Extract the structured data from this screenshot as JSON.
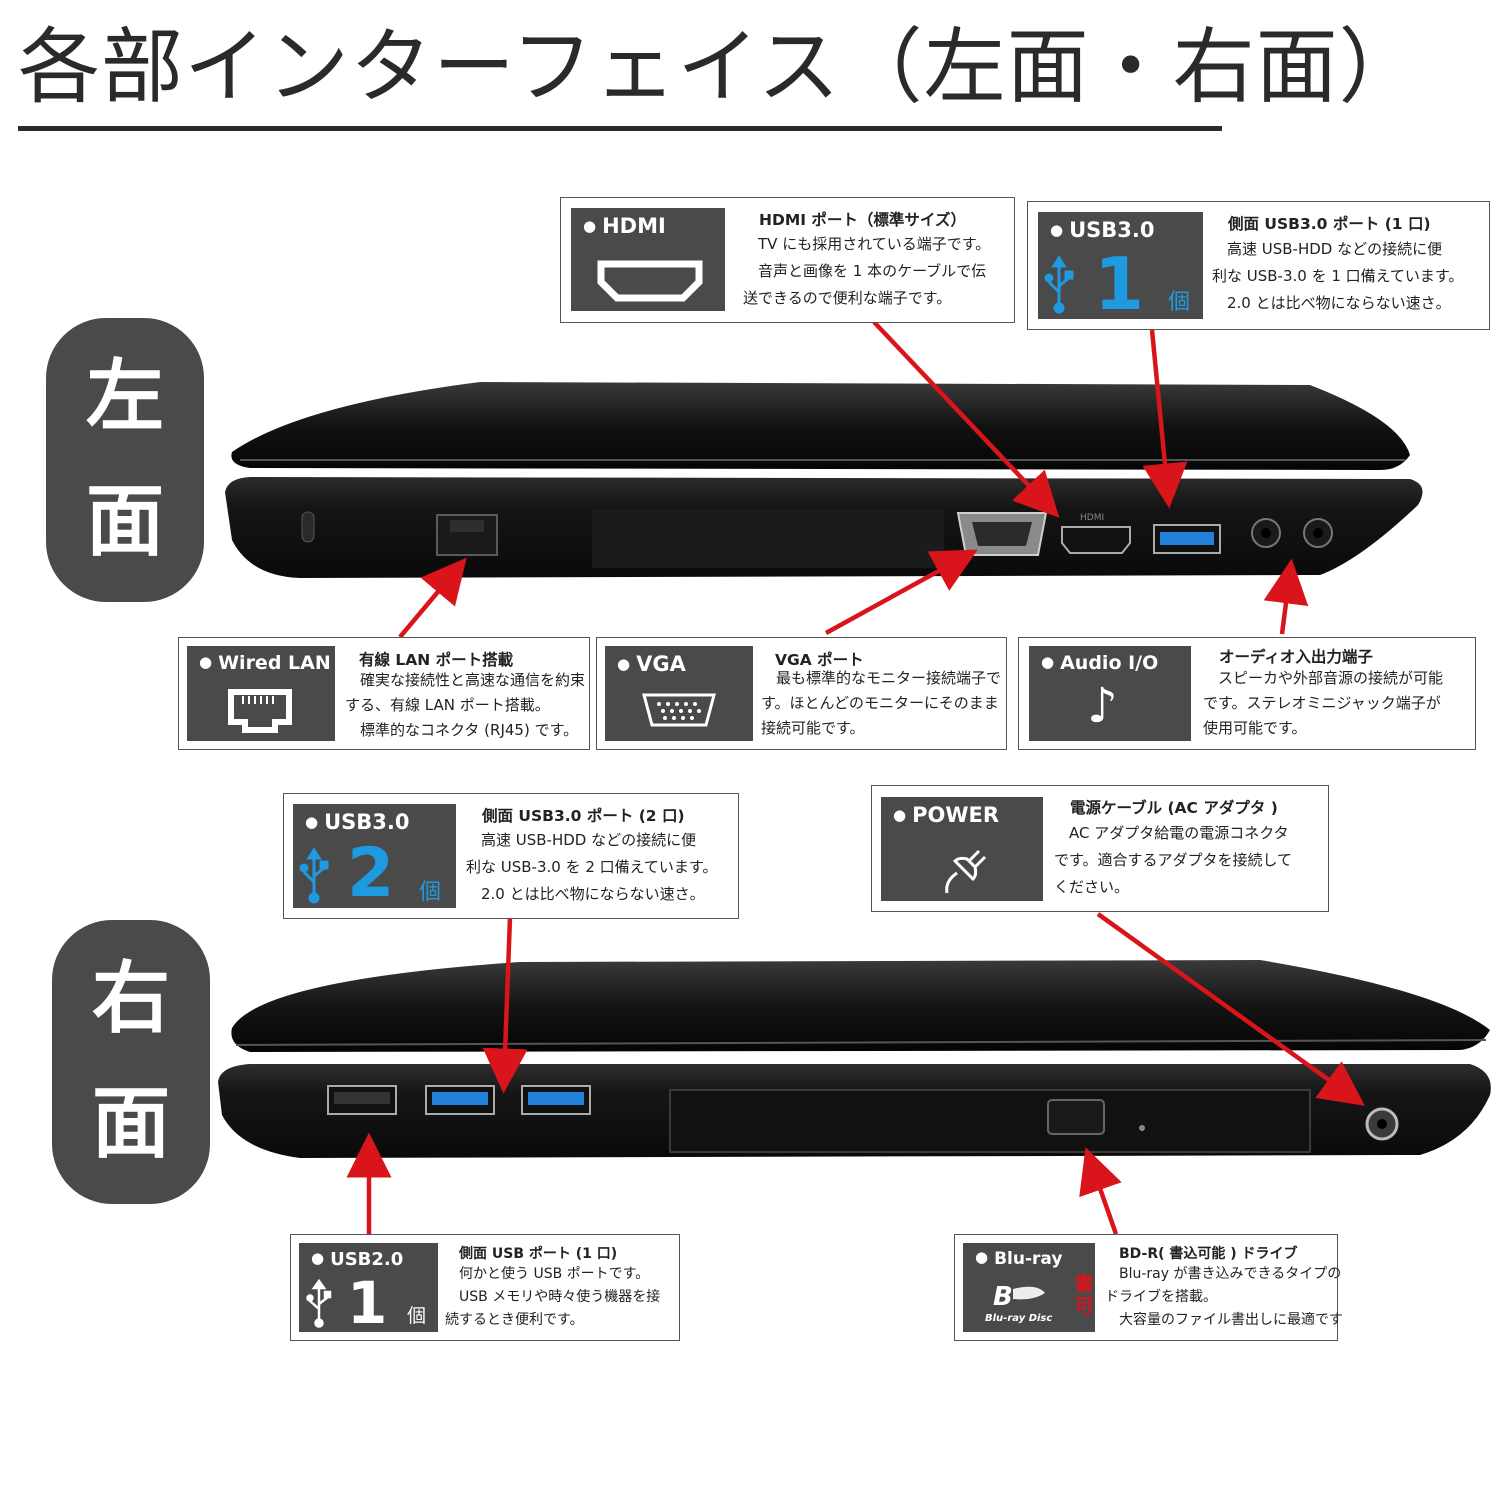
{
  "title": "各部インターフェイス（左面・右面）",
  "sides": {
    "left": [
      "左",
      "面"
    ],
    "right": [
      "右",
      "面"
    ]
  },
  "cards": {
    "hdmi": {
      "badge": "HDMI",
      "heading": "HDMI ポート（標準サイズ）",
      "lines": [
        "　TV にも採用されている端子です。",
        "　音声と画像を 1 本のケーブルで伝",
        "送できるので便利な端子です。"
      ]
    },
    "usb30_left": {
      "badge": "USB3.0",
      "count": "1",
      "unit": "個",
      "heading": "側面 USB3.0 ポート (1 口)",
      "lines": [
        "　高速 USB-HDD などの接続に便",
        "利な USB-3.0 を 1 口備えています。",
        "　2.0 とは比べ物にならない速さ。"
      ]
    },
    "lan": {
      "badge": "Wired LAN",
      "heading": "有線 LAN ポート搭載",
      "lines": [
        "　確実な接続性と高速な通信を約束",
        "する、有線 LAN ポート搭載。",
        "　標準的なコネクタ (RJ45) です。"
      ]
    },
    "vga": {
      "badge": "VGA",
      "heading": "VGA ポート",
      "lines": [
        "　最も標準的なモニター接続端子で",
        "す。ほとんどのモニターにそのまま",
        "接続可能です。"
      ]
    },
    "audio": {
      "badge": "Audio I/O",
      "heading": "オーディオ入出力端子",
      "lines": [
        "　スピーカや外部音源の接続が可能",
        "です。ステレオミニジャック端子が",
        "使用可能です。"
      ]
    },
    "usb30_right": {
      "badge": "USB3.0",
      "count": "2",
      "unit": "個",
      "heading": "側面 USB3.0 ポート (2 口)",
      "lines": [
        "　高速 USB-HDD などの接続に便",
        "利な USB-3.0 を 2 口備えています。",
        "　2.0 とは比べ物にならない速さ。"
      ]
    },
    "power": {
      "badge": "POWER",
      "heading": "電源ケーブル (AC アダプタ )",
      "lines": [
        "　AC アダプタ給電の電源コネクタ",
        "です。適合するアダプタを接続して",
        "ください。"
      ]
    },
    "usb20": {
      "badge": "USB2.0",
      "count": "1",
      "unit": "個",
      "heading": "側面 USB ポート (1 口)",
      "lines": [
        "　何かと使う USB ポートです。",
        "　USB メモリや時々使う機器を接",
        "続するとき便利です。"
      ]
    },
    "bluray": {
      "badge": "Blu-ray",
      "logo_text": "Blu-ray Disc",
      "mark": [
        "書",
        "可"
      ],
      "heading": "BD-R( 書込可能 ) ドライブ",
      "lines": [
        "　Blu-ray が書き込みできるタイプの",
        "ドライブを搭載。",
        "　大容量のファイル書出しに最適です"
      ]
    }
  },
  "port_labels": {
    "hdmi": "HDMI"
  },
  "colors": {
    "arrow": "#d9141b",
    "badge_bg": "#4a4a4a",
    "usb_blue": "#1e9be0",
    "bluray_red": "#d9141b"
  }
}
